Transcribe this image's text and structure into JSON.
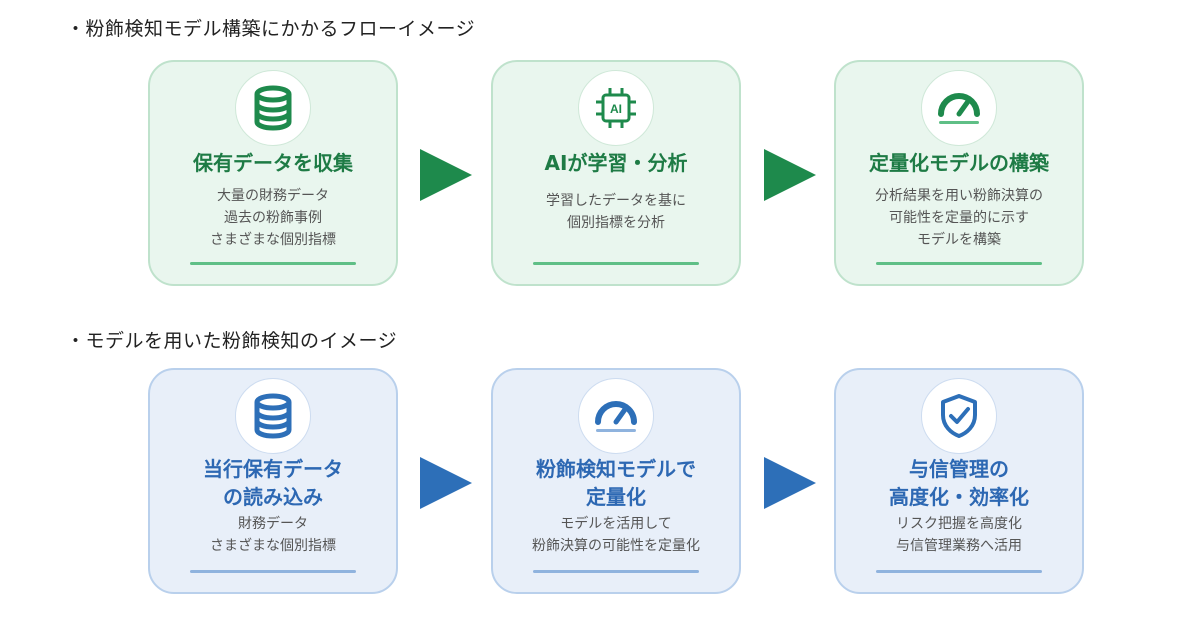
{
  "section1": {
    "title": "・粉飾検知モデル構築にかかるフローイメージ",
    "cards": [
      {
        "icon": "database-icon",
        "title": [
          "保有データを収集"
        ],
        "desc": [
          "大量の財務データ",
          "過去の粉飾事例",
          "さまざまな個別指標"
        ]
      },
      {
        "icon": "ai-chip-icon",
        "title": [
          "AIが学習・分析"
        ],
        "desc": [
          "学習したデータを基に",
          "個別指標を分析"
        ]
      },
      {
        "icon": "gauge-icon",
        "title": [
          "定量化モデルの構築"
        ],
        "desc": [
          "分析結果を用い粉飾決算の",
          "可能性を定量的に示す",
          "モデルを構築"
        ]
      }
    ]
  },
  "section2": {
    "title": "・モデルを用いた粉飾検知のイメージ",
    "cards": [
      {
        "icon": "database-icon",
        "title": [
          "当行保有データ",
          "の読み込み"
        ],
        "desc": [
          "財務データ",
          "さまざまな個別指標"
        ]
      },
      {
        "icon": "gauge-icon",
        "title": [
          "粉飾検知モデルで",
          "定量化"
        ],
        "desc": [
          "モデルを活用して",
          "粉飾決算の可能性を定量化"
        ]
      },
      {
        "icon": "shield-check-icon",
        "title": [
          "与信管理の",
          "高度化・効率化"
        ],
        "desc": [
          "リスク把握を高度化",
          "与信管理業務へ活用"
        ]
      }
    ]
  },
  "colors": {
    "green": "#1e8a4c",
    "blue": "#2d6fb8"
  }
}
